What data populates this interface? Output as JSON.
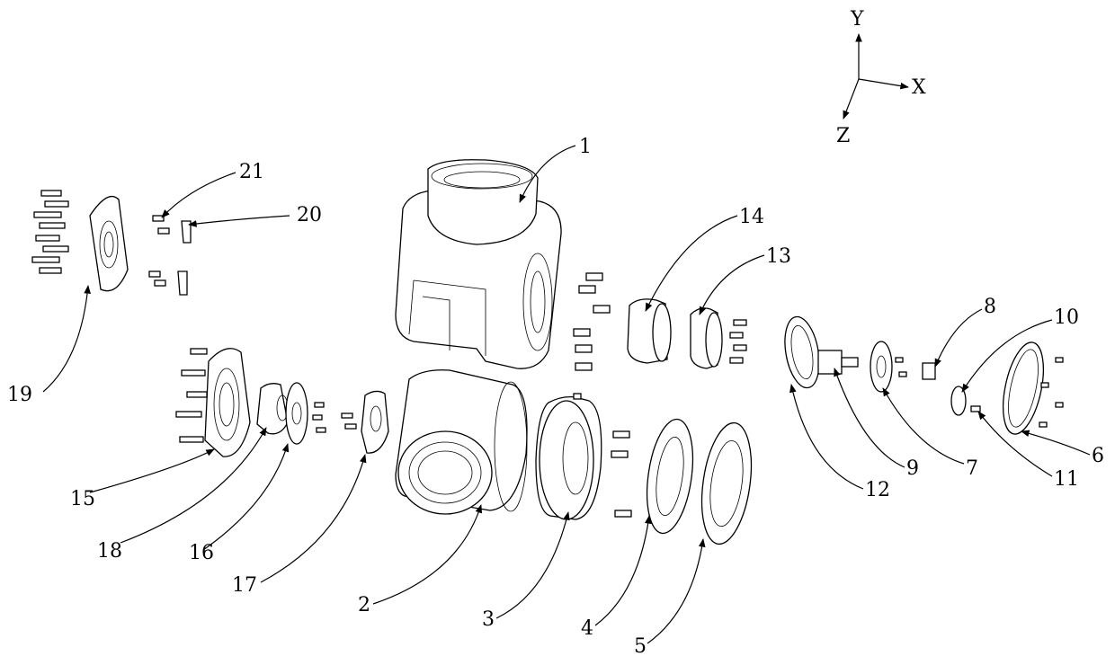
{
  "axes": {
    "y": "Y",
    "x": "X",
    "z": "Z"
  },
  "labels": {
    "p1": "1",
    "p2": "2",
    "p3": "3",
    "p4": "4",
    "p5": "5",
    "p6": "6",
    "p7": "7",
    "p8": "8",
    "p9": "9",
    "p10": "10",
    "p11": "11",
    "p12": "12",
    "p13": "13",
    "p14": "14",
    "p15": "15",
    "p16": "16",
    "p17": "17",
    "p18": "18",
    "p19": "19",
    "p20": "20",
    "p21": "21"
  }
}
